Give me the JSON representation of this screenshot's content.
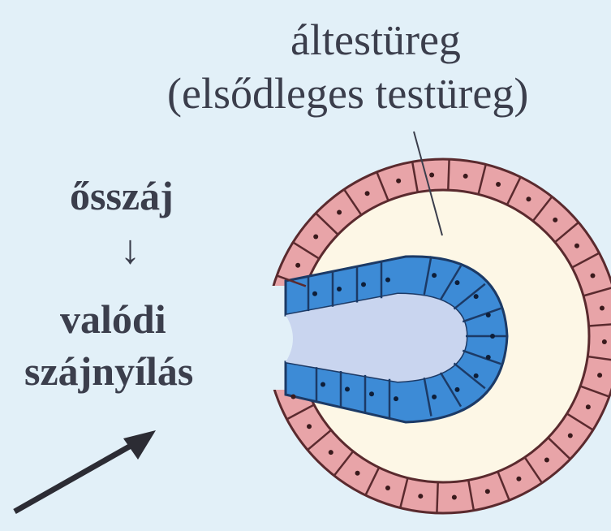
{
  "labels": {
    "cavity_title": "áltestüreg",
    "cavity_subtitle": "(elsődleges testüreg)",
    "blastopore": "ősszáj",
    "transition_arrow": "↓",
    "true_mouth_line1": "valódi",
    "true_mouth_line2": "szájnyílás"
  },
  "colors": {
    "background": "#e2f0f8",
    "ectoderm_cell_fill": "#e8a4a8",
    "ectoderm_cell_stroke": "#5a2a2e",
    "endoderm_cell_fill": "#3d8bd6",
    "endoderm_cell_stroke": "#1c3a66",
    "cavity_fill": "#fdf7e6",
    "gut_lumen_fill": "#c9d5ef",
    "text": "#3b3e4c",
    "pointer_arrow": "#2c2c34"
  },
  "icons": {
    "pointer": "diagonal-arrow-icon"
  }
}
